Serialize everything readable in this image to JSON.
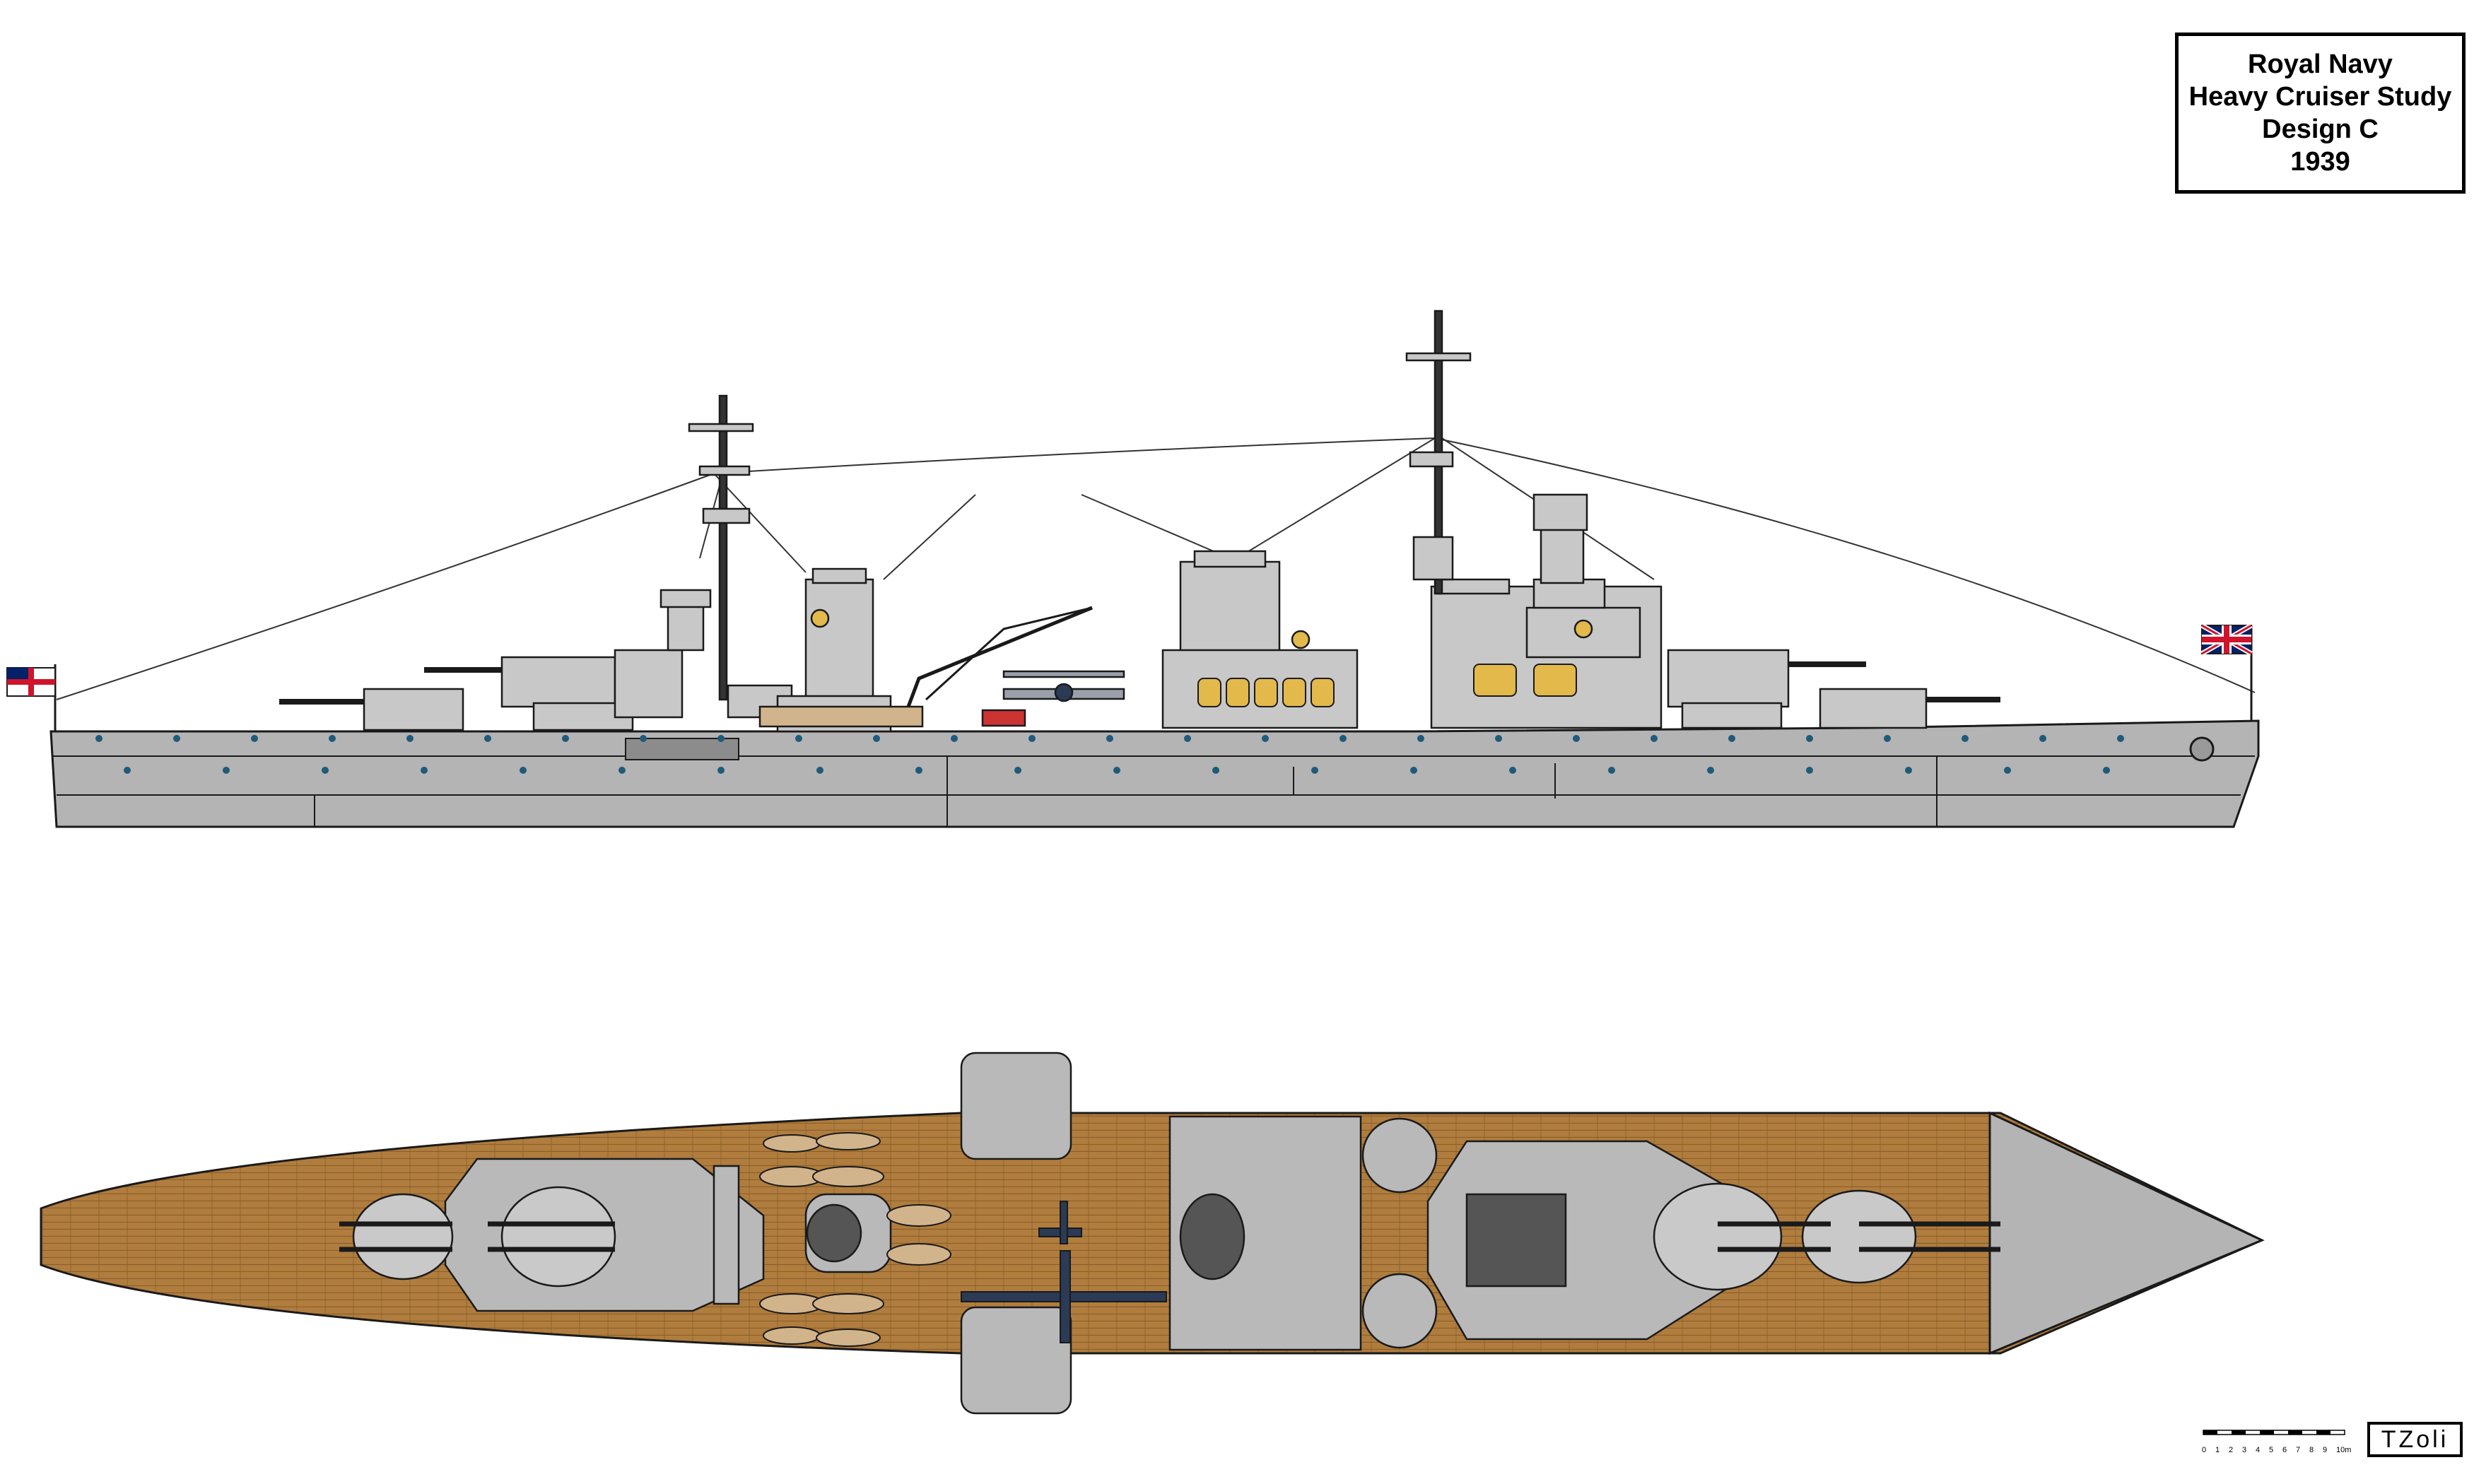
{
  "title": {
    "line1": "Royal Navy",
    "line2": "Heavy Cruiser Study",
    "line3": "Design C",
    "line4": "1939"
  },
  "signature": "TZoli",
  "scale": {
    "labels": [
      "0",
      "1",
      "2",
      "3",
      "4",
      "5",
      "6",
      "7",
      "8",
      "9",
      "10m"
    ]
  },
  "colors": {
    "hull_gray": "#b4b4b4",
    "superstructure_gray": "#c8c8c8",
    "deck_wood": "#b07d3e",
    "deck_line": "#8a5f2a",
    "outline": "#1a1a1a",
    "porthole": "#1f5a7a",
    "boat_tan": "#d2b48c",
    "plane_dark": "#2b3a55"
  },
  "icons": {
    "ensign": "white-ensign-flag-icon",
    "jack": "union-jack-flag-icon"
  }
}
